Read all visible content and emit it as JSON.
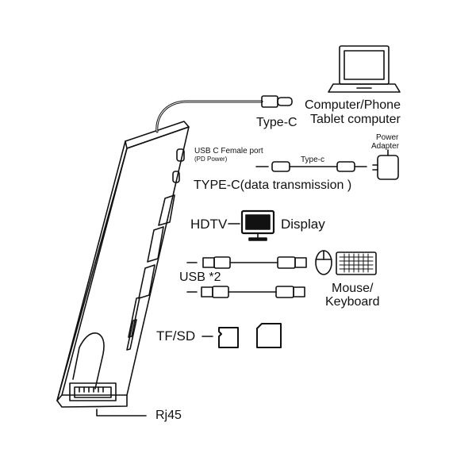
{
  "labels": {
    "computer": "Computer/Phone",
    "tablet": "Tablet computer",
    "type_c": "Type-C",
    "usbc_female": "USB C Female port",
    "pd_power": "(PD Power)",
    "cable_type_c": "Type-c",
    "power_adapter_1": "Power",
    "power_adapter_2": "Adapter",
    "type_c_data": "TYPE-C(data transmission )",
    "hdtv": "HDTV",
    "display": "Display",
    "usb_x2": "USB *2",
    "mouse_keyboard_1": "Mouse/",
    "mouse_keyboard_2": "Keyboard",
    "tf_sd": "TF/SD",
    "rj45": "Rj45"
  },
  "icons": [
    "laptop-icon",
    "power-adapter-icon",
    "monitor-icon",
    "usb-plug-icon",
    "mouse-icon",
    "keyboard-icon",
    "micro-sd-card-icon",
    "sd-card-icon",
    "usb-c-plug-icon"
  ],
  "colors": {
    "line": "#111111",
    "hub_fill": "#ffffff"
  }
}
